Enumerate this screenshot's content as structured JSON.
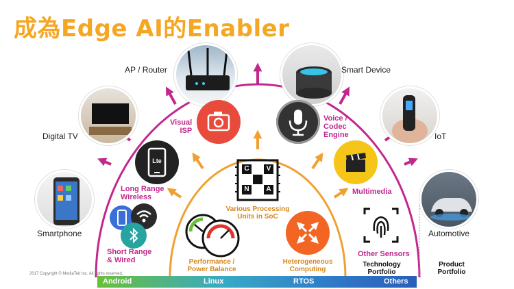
{
  "title": "成為Edge AI的Enabler",
  "devices": {
    "ap_router": "AP / Router",
    "smart_device": "Smart Device",
    "digital_tv": "Digital TV",
    "iot": "IoT",
    "smartphone": "Smartphone",
    "automotive": "Automotive"
  },
  "tech": {
    "visual_isp": [
      "Visual",
      "ISP"
    ],
    "voice_codec": [
      "Voice /",
      "Codec",
      "Engine"
    ],
    "long_range": [
      "Long Range",
      "Wireless"
    ],
    "multimedia": "Multimedia",
    "short_range": [
      "Short Range",
      "& Wired"
    ],
    "other_sensors": "Other Sensors",
    "processing_units": [
      "Various Processing",
      "Units in SoC"
    ],
    "performance": [
      "Performance /",
      "Power Balance"
    ],
    "heterogeneous": [
      "Heterogeneous",
      "Computing"
    ],
    "chip_letters": [
      "C",
      "V",
      "N",
      "A"
    ],
    "lte_text": "Lte"
  },
  "portfolio": {
    "technology": [
      "Technology",
      "Portfolio"
    ],
    "product": [
      "Product",
      "Portfolio"
    ]
  },
  "os_bar": {
    "android": "Android",
    "linux": "Linux",
    "rtos": "RTOS",
    "others": "Others"
  },
  "copyright": "2017 Copyright © MediaTek Inc. All rights reserved.",
  "colors": {
    "title": "#f5a623",
    "magenta": "#c2278e",
    "orange": "#f0a030",
    "bar_start": "#6bbf3a",
    "bar_end": "#2a5fb8"
  }
}
